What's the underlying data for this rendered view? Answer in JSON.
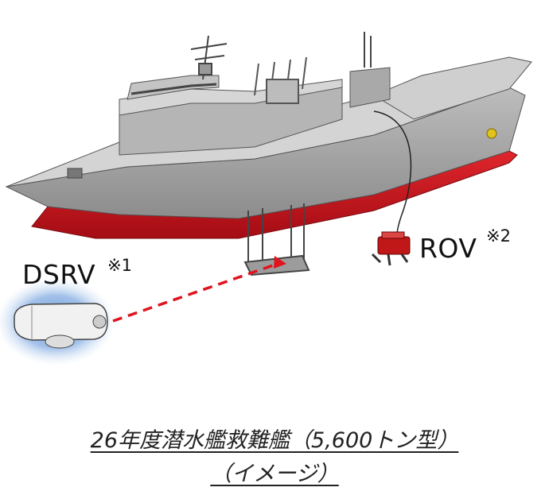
{
  "labels": {
    "dsrv": "DSRV",
    "dsrv_note": "※1",
    "rov": "ROV",
    "rov_note": "※2"
  },
  "caption": {
    "line1": "26年度潜水艦救難艦（5,600トン型）",
    "line2": "（イメージ）"
  },
  "colors": {
    "hull_gray": "#9a9a9a",
    "hull_red": "#c8101a",
    "deck": "#c9c9c9",
    "dashed_line": "#e0141e",
    "dsrv_glow": "#4f7fc4",
    "rov_body": "#c01818"
  }
}
